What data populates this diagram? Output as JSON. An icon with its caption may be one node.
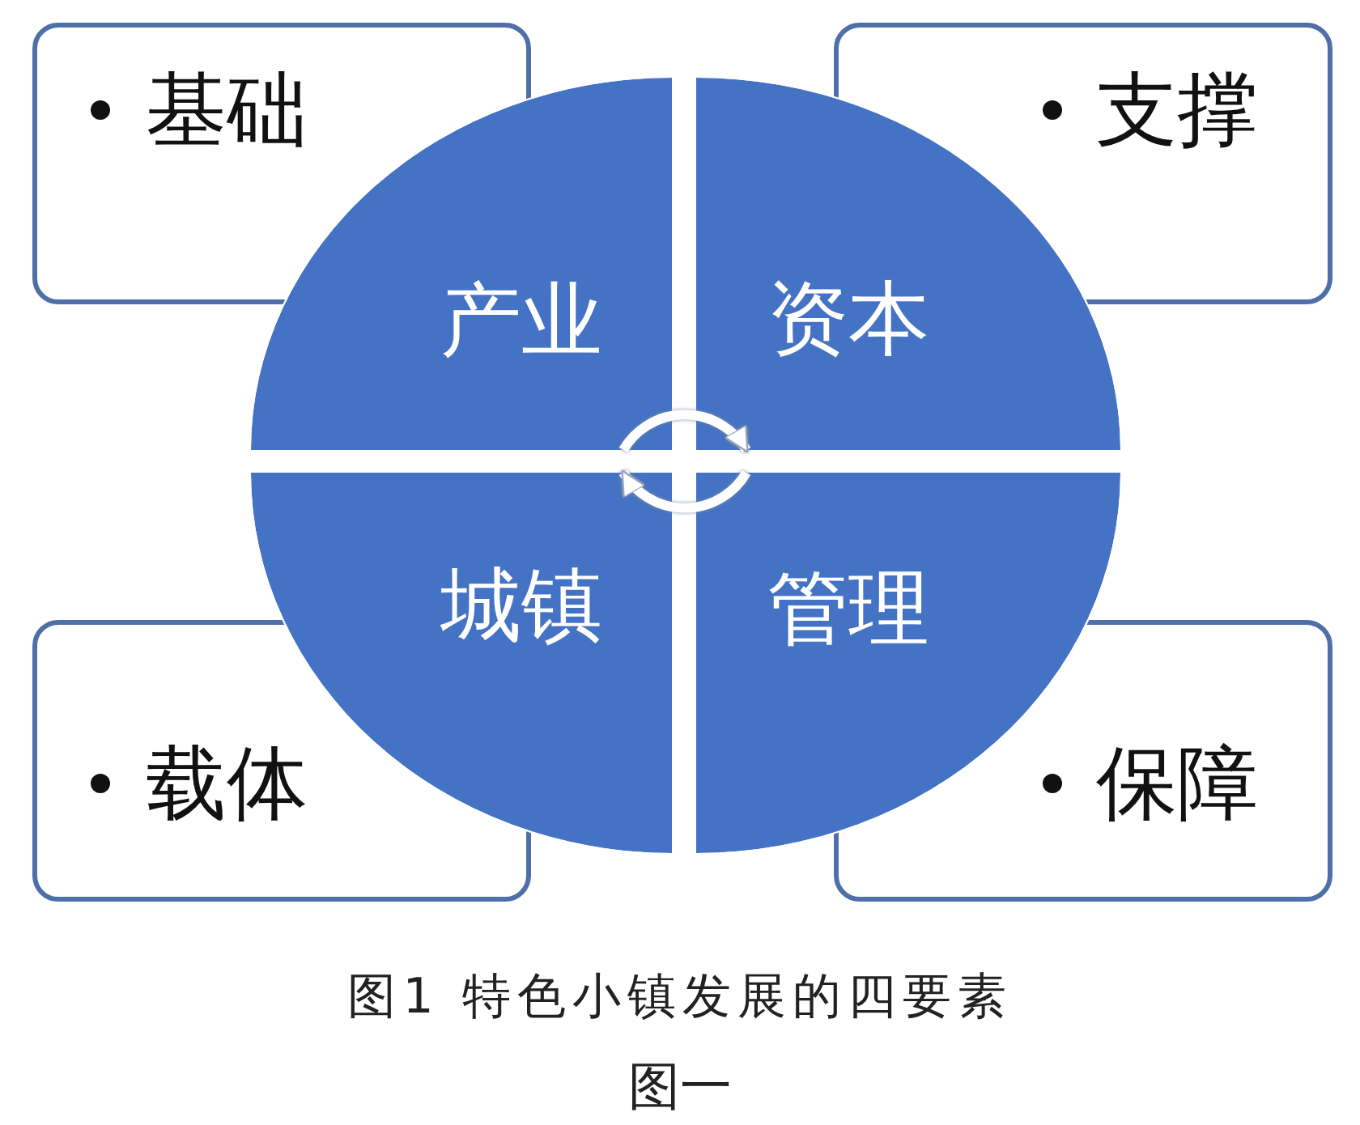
{
  "diagram": {
    "caption": "图1 特色小镇发展的四要素",
    "nodes": [
      {
        "text": [
          "基础"
        ]
      },
      {
        "text": [
          "支撑"
        ]
      },
      {
        "text": [
          "产业"
        ]
      },
      {
        "text": [
          "资本"
        ]
      },
      {
        "text": [
          "城镇"
        ]
      },
      {
        "text": [
          "管理"
        ]
      },
      {
        "text": [
          "载体"
        ]
      },
      {
        "text": [
          "保障"
        ]
      }
    ],
    "edges": [
      {
        "from": 2,
        "to": 3,
        "arrow": "to"
      },
      {
        "from": 5,
        "to": 4,
        "arrow": "to"
      }
    ],
    "labels": [
      "图一"
    ]
  }
}
